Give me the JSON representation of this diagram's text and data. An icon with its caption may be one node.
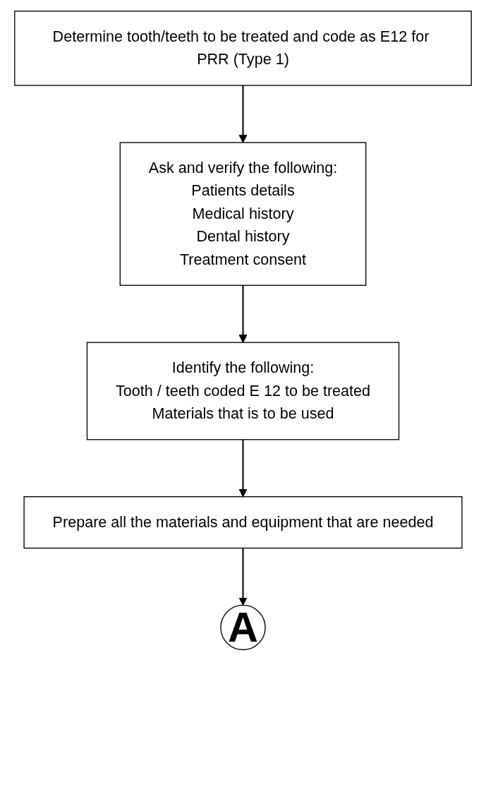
{
  "diagram": {
    "nodes": [
      {
        "text": [
          "Determine tooth/teeth to be treated and code as E12 for PRR (Type 1)"
        ]
      },
      {
        "text": [
          "Ask and verify the following:",
          "Patients details",
          "Medical history",
          "Dental history",
          "Treatment consent"
        ]
      },
      {
        "text": [
          "Identify the following:",
          "Tooth / teeth coded E 12 to be treated",
          "Materials that is to be used"
        ]
      },
      {
        "text": [
          "Prepare all the materials and equipment that are needed"
        ]
      },
      {
        "text": [
          "A"
        ]
      }
    ],
    "edges": [
      {
        "from": 0,
        "to": 1,
        "arrow": "to"
      },
      {
        "from": 1,
        "to": 2,
        "arrow": "to"
      },
      {
        "from": 2,
        "to": 3,
        "arrow": "to"
      },
      {
        "from": 3,
        "to": 4,
        "arrow": "to"
      }
    ]
  }
}
